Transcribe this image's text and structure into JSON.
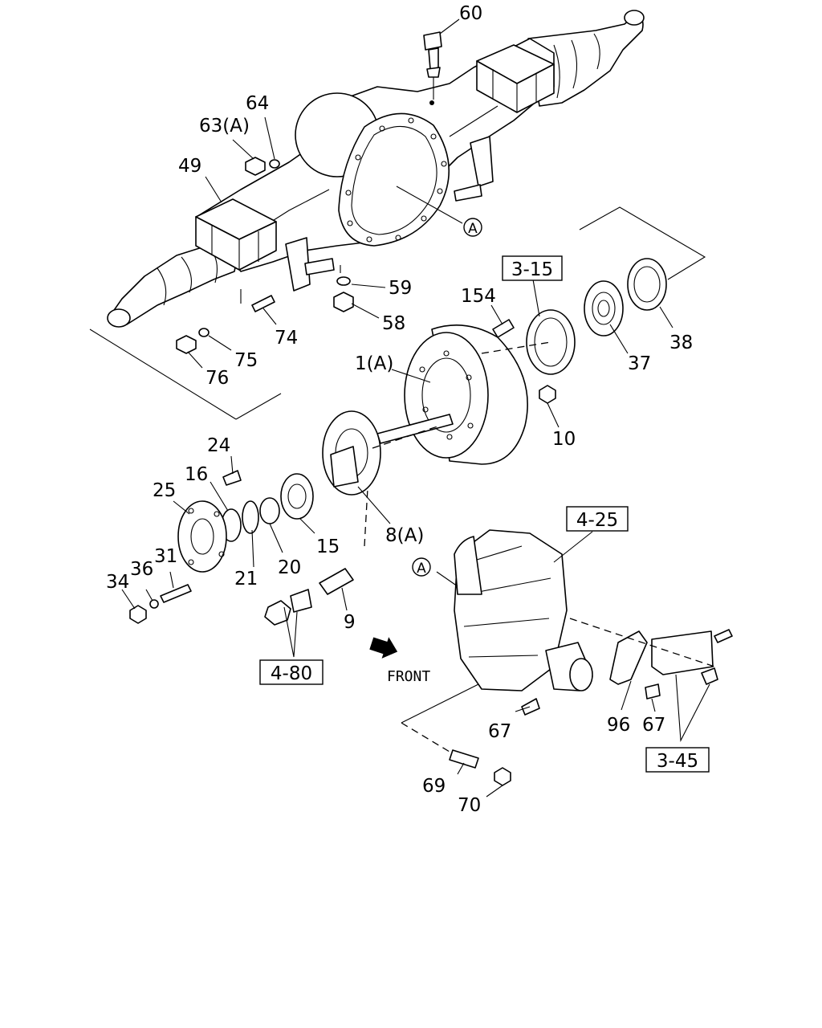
{
  "callouts": {
    "p60": "60",
    "p64": "64",
    "p63": "63(A)",
    "p49": "49",
    "p59": "59",
    "p58": "58",
    "p74": "74",
    "p75": "75",
    "p76": "76",
    "p154": "154",
    "p1": "1(A)",
    "p10": "10",
    "p37": "37",
    "p38": "38",
    "p24": "24",
    "p16": "16",
    "p25": "25",
    "p31": "31",
    "p36": "36",
    "p34": "34",
    "p21": "21",
    "p20": "20",
    "p15": "15",
    "p8": "8(A)",
    "p9": "9",
    "p67a": "67",
    "p67b": "67",
    "p96": "96",
    "p69": "69",
    "p70": "70"
  },
  "references": {
    "r315": "3-15",
    "r425": "4-25",
    "r480": "4-80",
    "r345": "3-45"
  },
  "markers": {
    "a_top": "A",
    "a_diff": "A"
  },
  "direction": {
    "front_label": "FRONT"
  }
}
